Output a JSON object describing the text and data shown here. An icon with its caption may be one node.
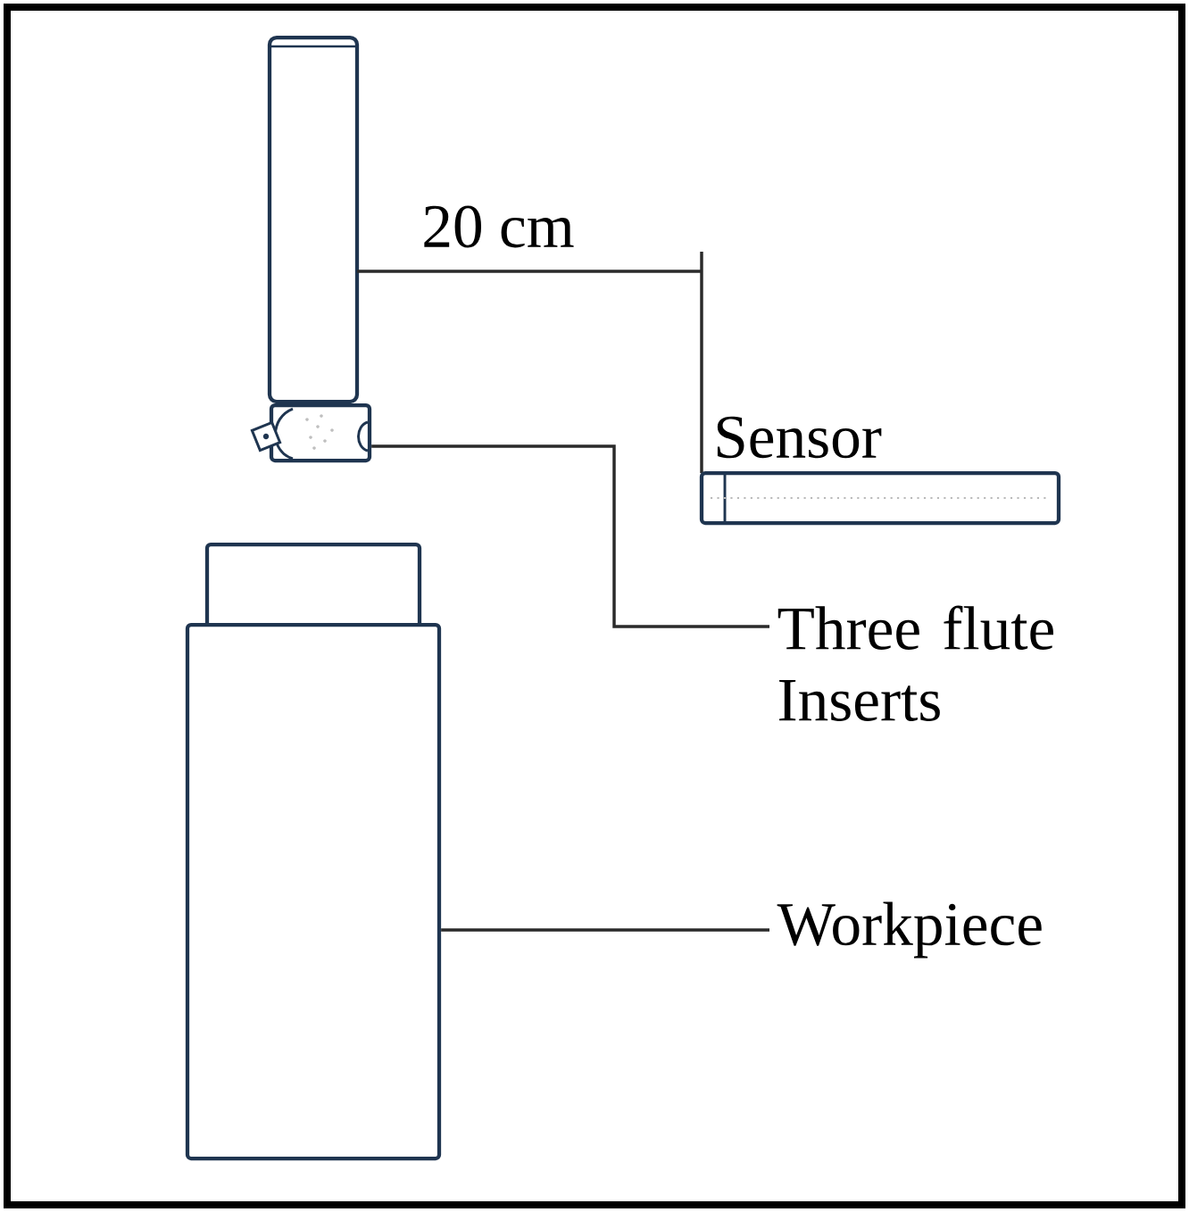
{
  "diagram": {
    "nodes": [
      {
        "text": [],
        "shape": "picture"
      },
      {
        "text": [
          "Three flute Inserts"
        ]
      },
      {
        "text": [],
        "shape": "box"
      },
      {
        "text": [
          "Workpiece"
        ]
      }
    ],
    "edges": [
      {
        "from": 1,
        "to": 0,
        "arrow": "none"
      },
      {
        "from": 3,
        "to": 2,
        "arrow": "none"
      }
    ],
    "labels": [
      "20 cm",
      "Sensor"
    ]
  }
}
